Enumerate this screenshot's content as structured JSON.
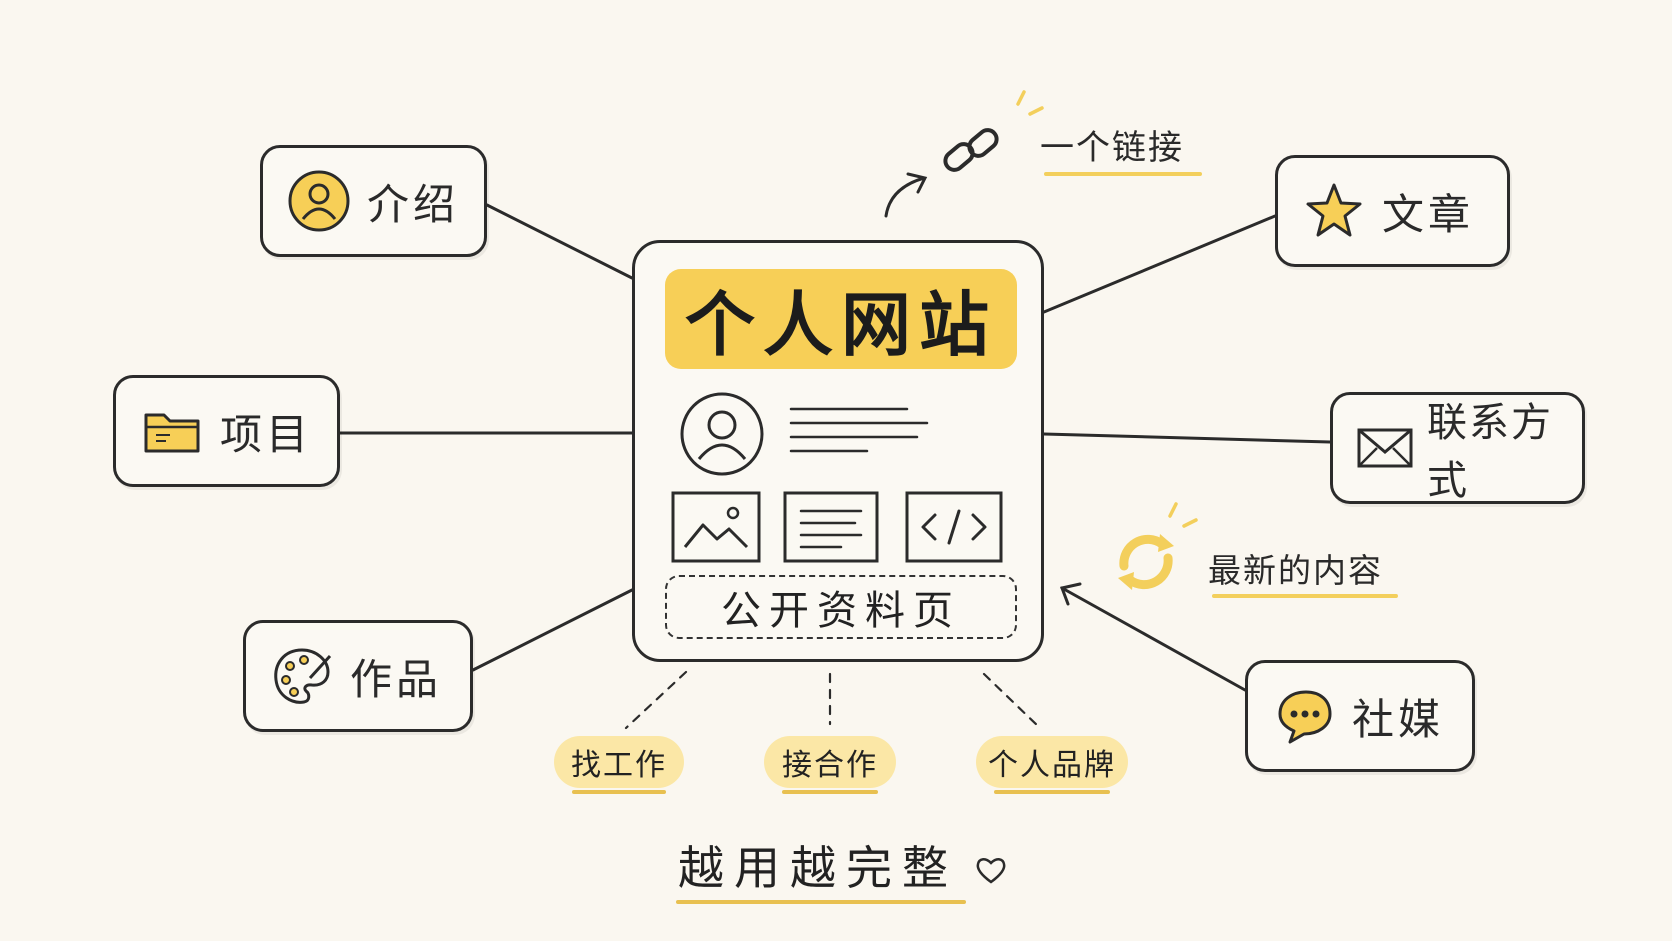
{
  "center": {
    "title": "个人网站",
    "subtitle": "公开资料页"
  },
  "nodes": {
    "intro": "介绍",
    "projects": "项目",
    "works": "作品",
    "articles": "文章",
    "contact": "联系方式",
    "social": "社媒"
  },
  "callouts": {
    "link": "一个链接",
    "latest": "最新的内容"
  },
  "tags": [
    "找工作",
    "接合作",
    "个人品牌"
  ],
  "footer": "越用越完整",
  "icons": {
    "intro": "user-circle-icon",
    "projects": "folder-icon",
    "works": "palette-icon",
    "articles": "star-icon",
    "contact": "envelope-icon",
    "social": "chat-bubble-icon",
    "link": "chain-link-icon",
    "latest": "refresh-icon",
    "footer": "heart-icon"
  },
  "colors": {
    "accent": "#f7cf57",
    "tag_bg": "#fbe7a6",
    "line": "#2b2b2b",
    "background": "#faf7f0"
  }
}
